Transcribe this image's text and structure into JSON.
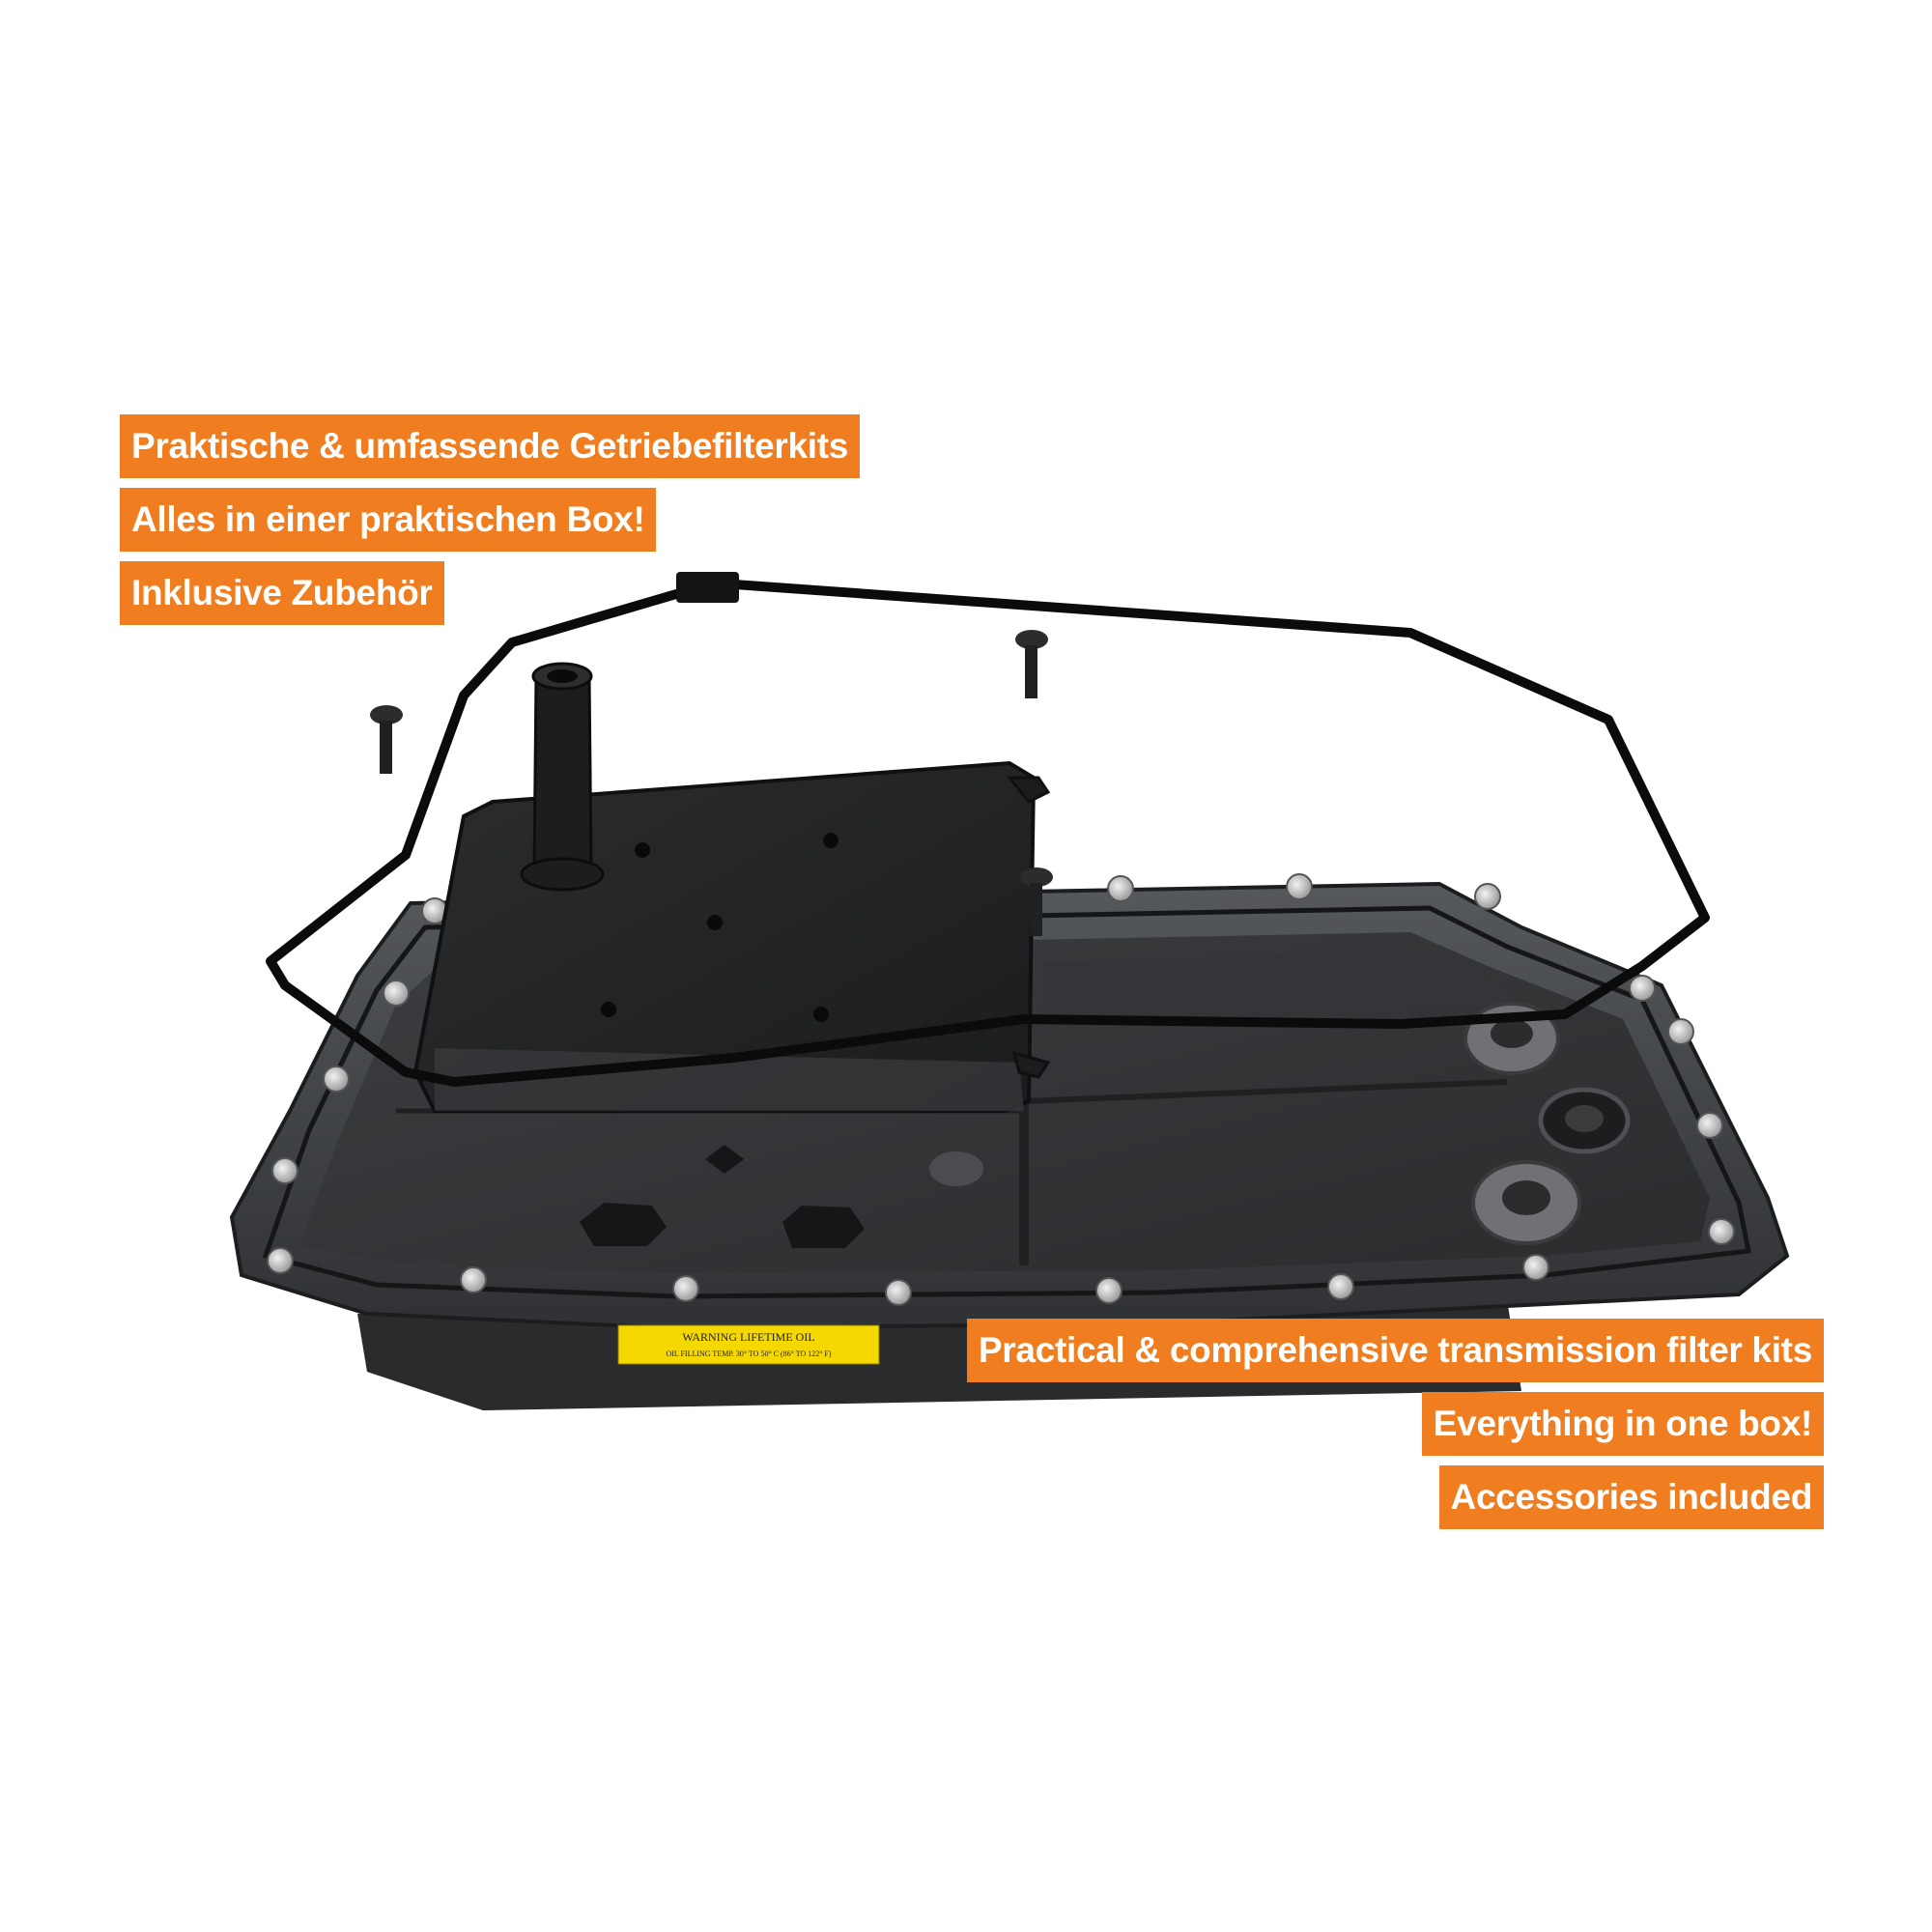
{
  "banners_de": [
    "Praktische & umfassende Getriebefilterkits",
    "Alles in einer praktischen Box!",
    "Inklusive Zubehör"
  ],
  "banners_en": [
    "Practical & comprehensive transmission filter kits",
    "Everything in one box!",
    "Accessories included"
  ],
  "label": {
    "line1": "WARNING  LIFETIME OIL",
    "line2": "OIL FILLING TEMP. 30° TO 50° C (86° TO 122° F)"
  },
  "colors": {
    "banner": "#f07d1f",
    "banner_text": "#ffffff",
    "label_yellow": "#f5d800"
  }
}
